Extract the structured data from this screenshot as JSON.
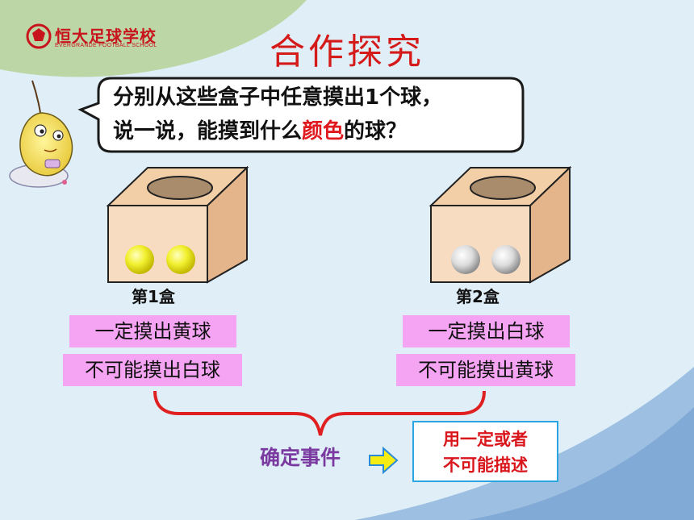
{
  "logo": {
    "name": "恒大足球学校",
    "subtitle": "EVERGRANDE FOOTBALL SCHOOL"
  },
  "title": "合作探究",
  "question": {
    "line1": "分别从这些盒子中任意摸出1个球，",
    "line2_before": "说一说，能摸到什么",
    "line2_highlight": "颜色",
    "line2_after": "的球？"
  },
  "boxes": [
    {
      "label": "第1盒",
      "ball_color": "yellow",
      "statements": [
        "一定摸出黄球",
        "不可能摸出白球"
      ]
    },
    {
      "label": "第2盒",
      "ball_color": "white",
      "statements": [
        "一定摸出白球",
        "不可能摸出黄球"
      ]
    }
  ],
  "conclusion": "确定事件",
  "note": {
    "line1": "用一定或者",
    "line2": "不可能描述"
  },
  "colors": {
    "title": "#d51a1a",
    "highlight": "#e0191f",
    "statement_bg": "#f4a4f2",
    "conclusion": "#7a3aa0",
    "note_border": "#2aa5e2",
    "bracket": "#e02020"
  }
}
